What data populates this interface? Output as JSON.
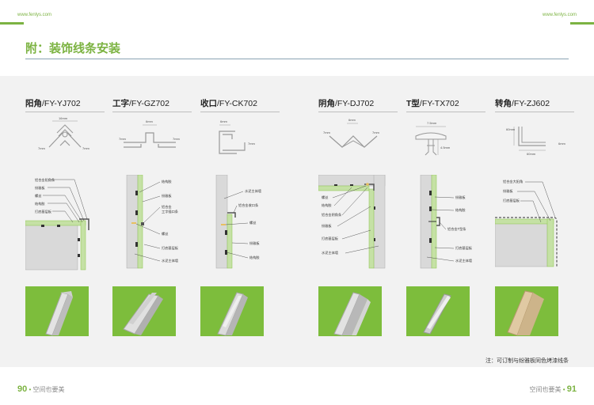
{
  "header": {
    "site_left": "www.fenlys.com",
    "site_right": "www.fenlys.com",
    "title": "附：装饰线条安装"
  },
  "items": [
    {
      "name": "阳角",
      "code": "/FY-YJ702",
      "dims": [
        "16mm",
        "7mm",
        "7mm"
      ],
      "labels": [
        "铝合金阳角条",
        "纷雅板",
        "螺丝",
        "结构胶",
        "打底基层板"
      ]
    },
    {
      "name": "工字",
      "code": "/FY-GZ702",
      "dims": [
        "6mm",
        "7mm",
        "7mm"
      ],
      "labels": [
        "结构胶",
        "纷雅板",
        "铝合金",
        "工字插口条",
        "螺丝",
        "打底基层板",
        "水泥主体墙"
      ]
    },
    {
      "name": "收口",
      "code": "/FY-CK702",
      "dims": [
        "6mm",
        "7mm"
      ],
      "labels": [
        "水泥主体墙",
        "铝合金收口条",
        "螺丝",
        "纷雅板",
        "结构胶"
      ]
    },
    {
      "name": "阴角",
      "code": "/FY-DJ702",
      "dims": [
        "6mm",
        "7mm",
        "7mm"
      ],
      "labels": [
        "螺丝",
        "结构胶",
        "铝合金阴角条",
        "纷雅板",
        "打底基层板",
        "水泥主体墙"
      ]
    },
    {
      "name": "T型",
      "code": "/FY-TX702",
      "dims": [
        "7.5mm",
        "4.5mm"
      ],
      "labels": [
        "纷雅板",
        "结构胶",
        "铝合金T型条",
        "打底基层板",
        "水泥主体墙"
      ]
    },
    {
      "name": "转角",
      "code": "/FY-ZJ602",
      "dims": [
        "60mm",
        "6mm",
        "60mm"
      ],
      "labels": [
        "铝合金大阳角",
        "纷雅板",
        "打底基层板"
      ]
    }
  ],
  "note": "注：可订制与纷雅板同色烤漆线条",
  "footer": {
    "left_num": "90",
    "left_text": "空间也要美",
    "right_text": "空间也要美",
    "right_num": "91"
  },
  "colors": {
    "accent": "#7cb342",
    "photo_green": "#7dbd3c",
    "panel_green": "#c5e1a5",
    "wall_gray": "#d9d9d9"
  }
}
